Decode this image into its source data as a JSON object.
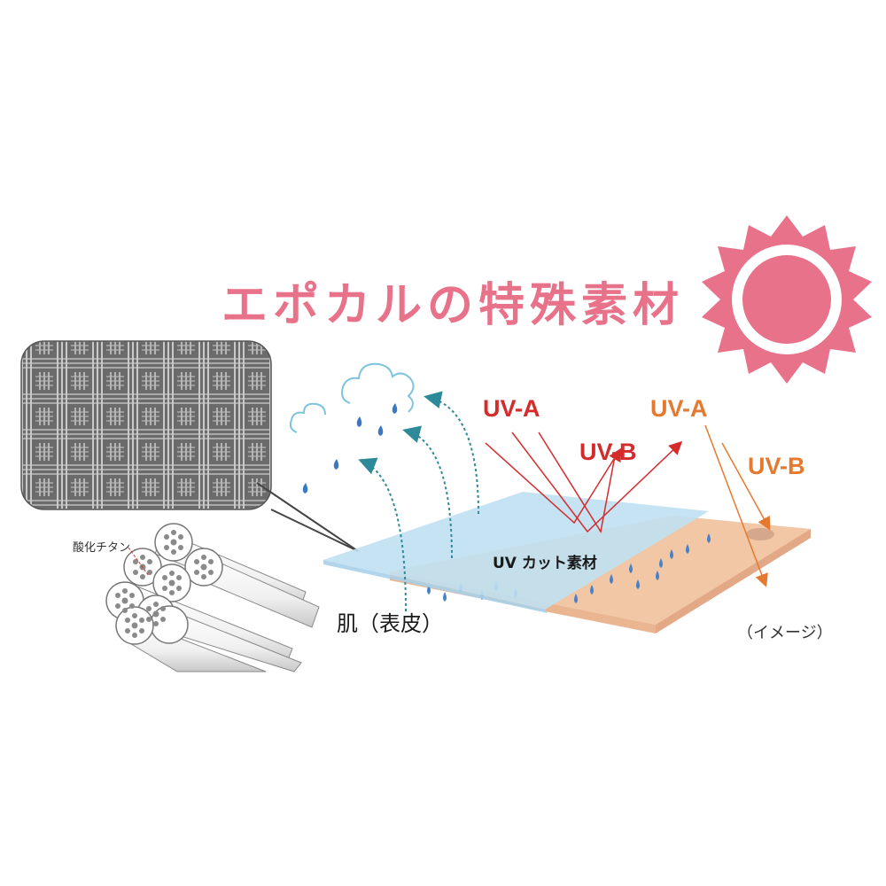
{
  "title": "エポカルの特殊素材",
  "labels": {
    "titanium_oxide": "酸化チタン",
    "uv_cut_material": "UV カット素材",
    "skin": "肌（表皮）",
    "image_note": "（イメージ）"
  },
  "uv_red": {
    "uva": "UV-A",
    "uvb": "UV-B"
  },
  "uv_orange": {
    "uva": "UV-A",
    "uvb": "UV-B"
  },
  "colors": {
    "pink": "#e8728a",
    "red": "#d42b2b",
    "orange": "#e57a2e",
    "teal": "#2e8a99",
    "blue_sheet": "#bfe0f2",
    "skin": "#f2c7a6",
    "skin_side": "#e3a886",
    "cloud": "#7fc4de",
    "drop": "#3b78c4",
    "fiber": "#7a7a7a"
  },
  "icons": [
    "sun-icon",
    "cloud-icon",
    "water-drop-icon",
    "fiber-bundle-icon"
  ]
}
